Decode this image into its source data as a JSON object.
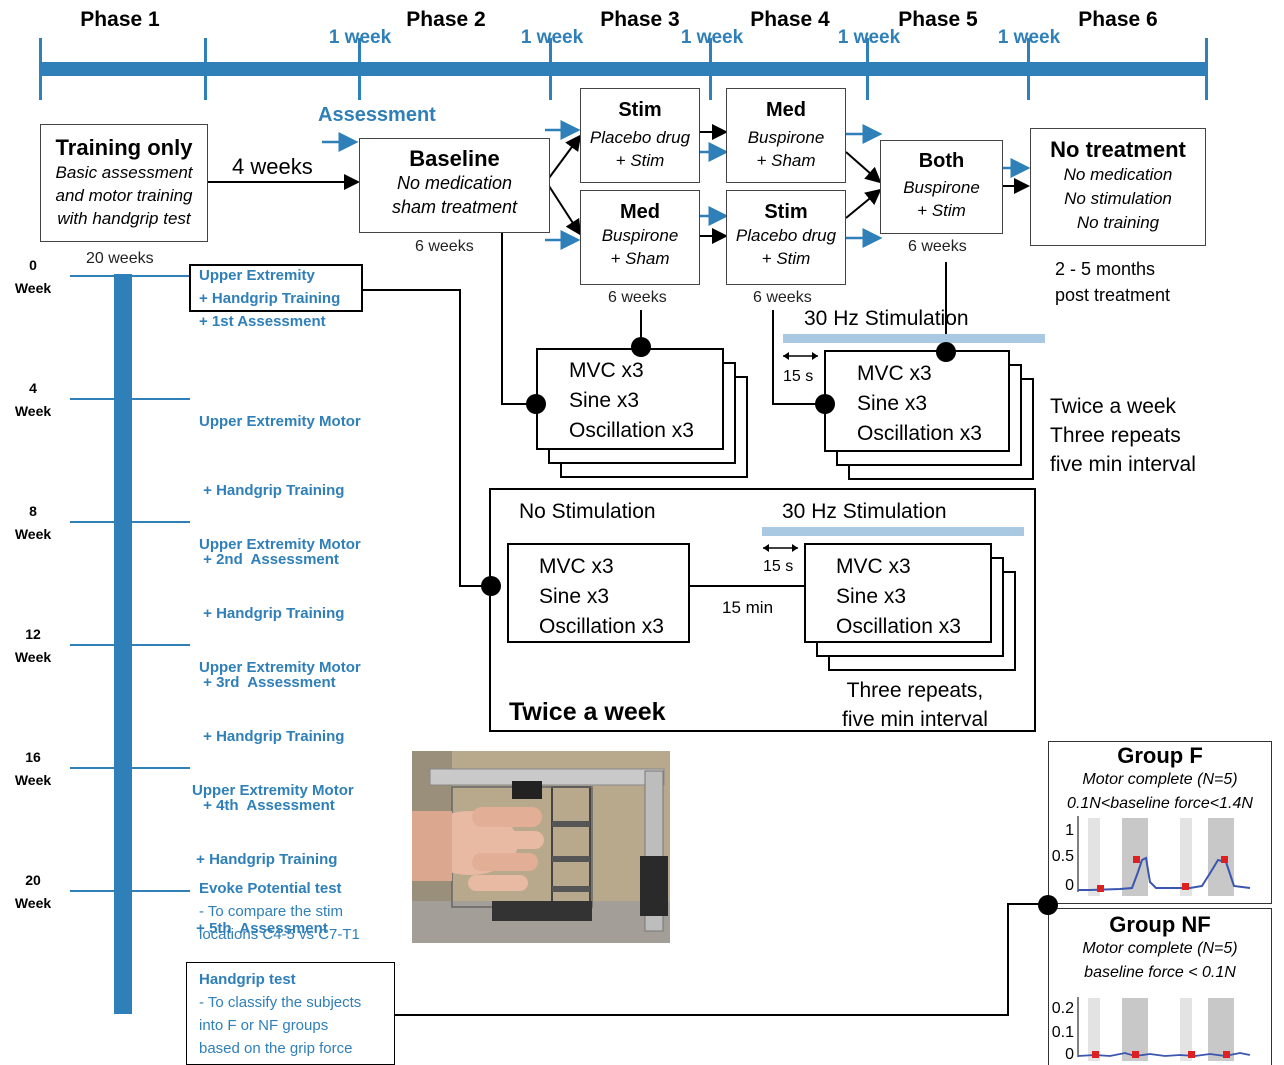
{
  "phases": [
    "Phase 1",
    "Phase 2",
    "Phase 3",
    "Phase 4",
    "Phase 5",
    "Phase 6"
  ],
  "week_gap_label": "1 week",
  "assessment_label": "Assessment",
  "training_box": {
    "title": "Training only",
    "lines": [
      "Basic assessment",
      "and motor training",
      "with handgrip test"
    ],
    "duration": "20 weeks"
  },
  "four_weeks": "4 weeks",
  "baseline_box": {
    "title": "Baseline",
    "lines": [
      "No medication",
      "sham treatment"
    ],
    "duration": "6 weeks"
  },
  "stim_box_p3": {
    "title": "Stim",
    "lines": [
      "Placebo drug",
      "+ Stim"
    ]
  },
  "med_box_p3": {
    "title": "Med",
    "lines": [
      "Buspirone",
      "+ Sham"
    ],
    "duration": "6 weeks"
  },
  "med_box_p4": {
    "title": "Med",
    "lines": [
      "Buspirone",
      "+ Sham"
    ]
  },
  "stim_box_p4": {
    "title": "Stim",
    "lines": [
      "Placebo drug",
      "+ Stim"
    ],
    "duration": "6 weeks"
  },
  "both_box": {
    "title": "Both",
    "lines": [
      "Buspirone",
      "+ Stim"
    ],
    "duration": "6 weeks"
  },
  "no_treatment_box": {
    "title": "No treatment",
    "lines": [
      "No medication",
      "No stimulation",
      "No training"
    ],
    "after": [
      "2 - 5 months",
      "post treatment"
    ]
  },
  "timeline": [
    {
      "num": "0",
      "unit": "Week",
      "lines": [
        "Upper Extremity",
        "+ Handgrip Training",
        "+ 1st  Assessment"
      ]
    },
    {
      "num": "4",
      "unit": "Week",
      "lines": [
        "Upper Extremity Motor",
        " + Handgrip Training",
        " + 2nd  Assessment"
      ]
    },
    {
      "num": "8",
      "unit": "Week",
      "lines": [
        "Upper Extremity Motor",
        " + Handgrip Training",
        " + 3rd  Assessment"
      ]
    },
    {
      "num": "12",
      "unit": "Week",
      "lines": [
        "Upper Extremity Motor",
        " + Handgrip Training",
        " + 4th  Assessment"
      ]
    },
    {
      "num": "16",
      "unit": "Week",
      "lines": [
        "Upper Extremity Motor",
        " + Handgrip Training",
        " + 5th  Assessment"
      ]
    },
    {
      "num": "20",
      "unit": "Week"
    }
  ],
  "evoke": {
    "title": "Evoke Potential test",
    "lines": [
      "- To compare the stim",
      "locations C4-5 vs C7-T1"
    ]
  },
  "handgrip": {
    "title": "Handgrip test",
    "lines": [
      "- To classify the subjects",
      "into F or NF groups",
      "based on the grip force"
    ]
  },
  "test_lines": [
    "MVC x3",
    "Sine  x3",
    "Oscillation x3"
  ],
  "stim_30hz": "30 Hz Stimulation",
  "interval_15s": "15 s",
  "twice_note": [
    "Twice a week",
    "Three repeats",
    "five min interval"
  ],
  "bottom_panel": {
    "no_stim": "No Stimulation",
    "gap": "15 min",
    "title": "Twice a week",
    "repeats": [
      "Three repeats,",
      "five min interval"
    ]
  },
  "group_f": {
    "title": "Group F",
    "lines": [
      "Motor complete (N=5)",
      "0.1N<baseline force<1.4N"
    ],
    "yticks": [
      "1",
      "0.5",
      "0"
    ]
  },
  "group_nf": {
    "title": "Group NF",
    "lines": [
      "Motor complete (N=5)",
      "baseline force < 0.1N"
    ],
    "yticks": [
      "0.2",
      "0.1",
      "0"
    ]
  },
  "colors": {
    "accent": "#2f7fb8",
    "stim_bar": "#a9c8e2",
    "gray_band": "#c8c8c8",
    "trace": "#3a56b0",
    "marker": "#e02020"
  }
}
